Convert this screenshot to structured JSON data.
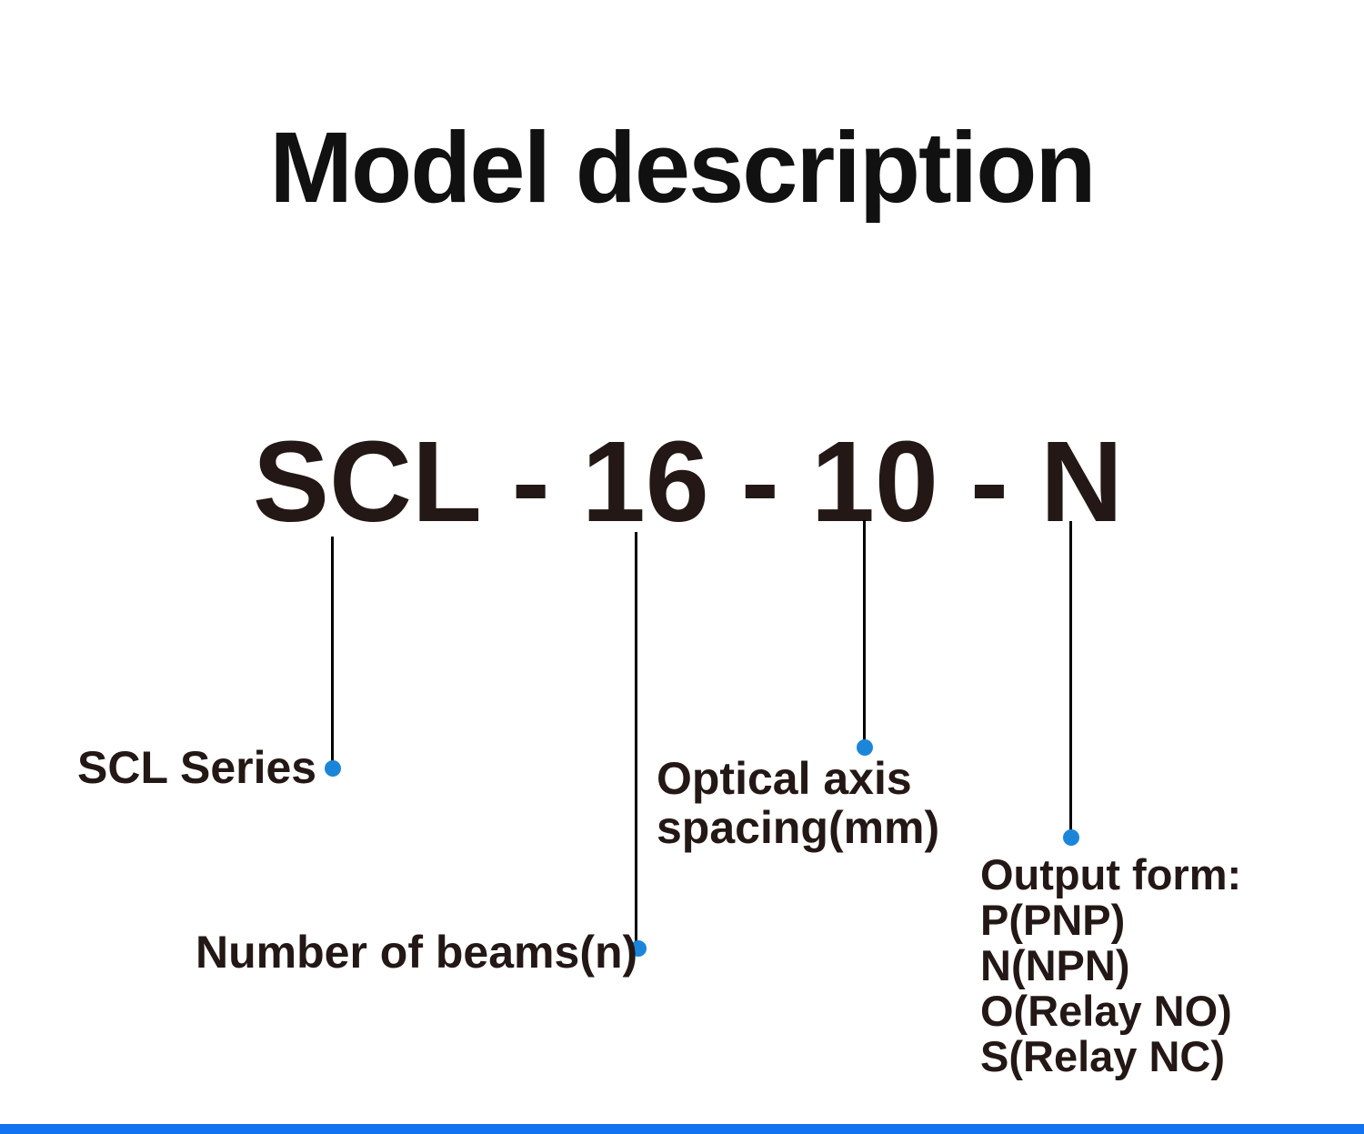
{
  "title": "Model description",
  "model_code": "SCL - 16 - 10 - N",
  "labels": {
    "series": "SCL Series",
    "beams": "Number of beams(n)",
    "optical_line1": "Optical axis",
    "optical_line2": "spacing(mm)",
    "output_title": "Output form:",
    "output_options": [
      "P(PNP)",
      "N(NPN)",
      "O(Relay NO)",
      "S(Relay NC)"
    ]
  },
  "colors": {
    "dot_blue": "#1b86d9",
    "bottom_bar_blue": "#1173f2",
    "text_dark": "#231815",
    "line_black": "#000000"
  }
}
